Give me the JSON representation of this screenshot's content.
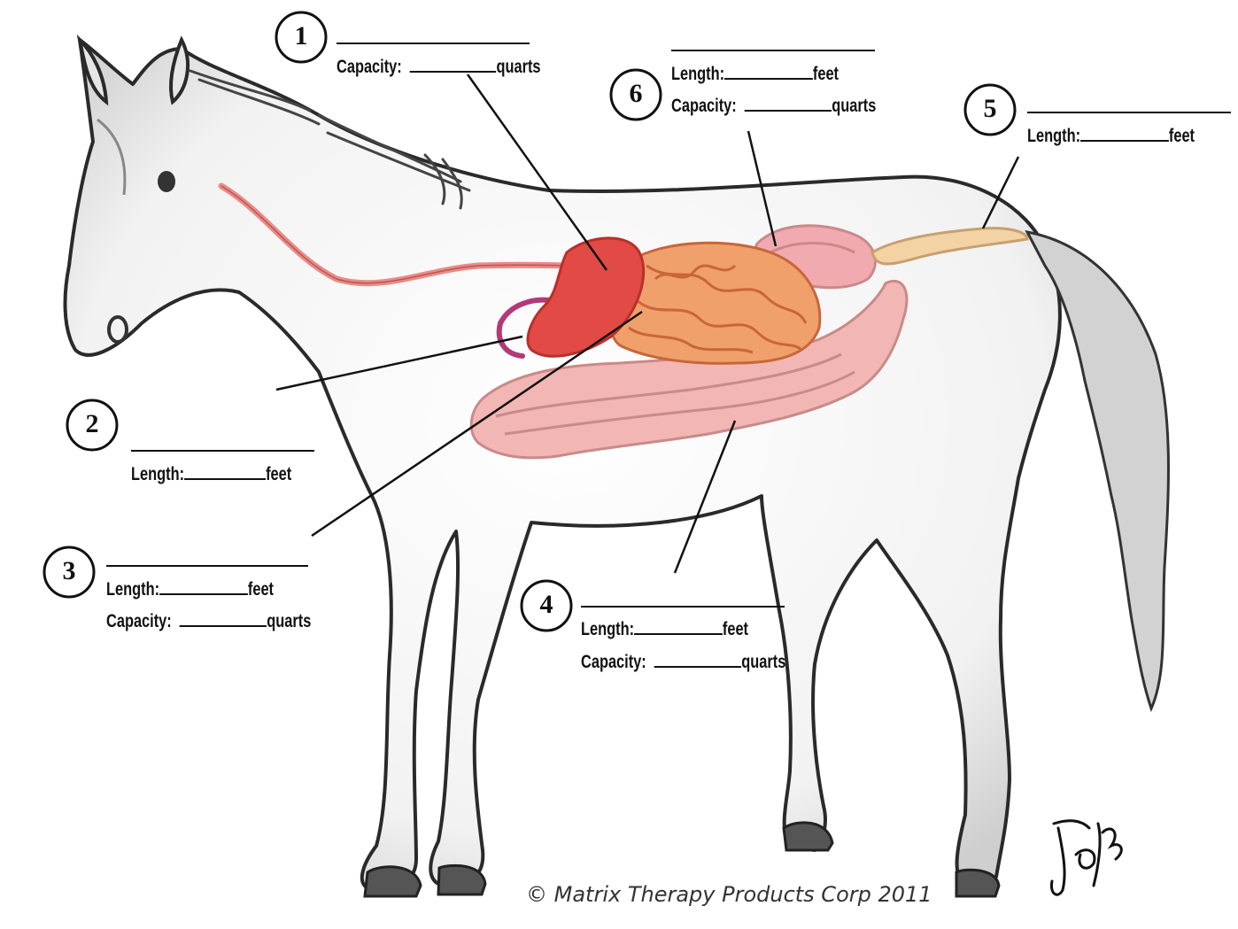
{
  "labels": [
    {
      "number": "1",
      "lines": [
        {
          "label": "Capacity:",
          "unit": "quarts"
        }
      ]
    },
    {
      "number": "2",
      "lines": [
        {
          "label": "Length:",
          "unit": "feet"
        }
      ]
    },
    {
      "number": "3",
      "lines": [
        {
          "label": "Length:",
          "unit": "feet"
        },
        {
          "label": "Capacity:",
          "unit": "quarts"
        }
      ]
    },
    {
      "number": "4",
      "lines": [
        {
          "label": "Length:",
          "unit": "feet"
        },
        {
          "label": "Capacity:",
          "unit": "quarts"
        }
      ]
    },
    {
      "number": "5",
      "lines": [
        {
          "label": "Length:",
          "unit": "feet"
        }
      ]
    },
    {
      "number": "6",
      "lines": [
        {
          "label": "Length:",
          "unit": "feet"
        },
        {
          "label": "Capacity:",
          "unit": "quarts"
        }
      ]
    }
  ],
  "copyright": "© Matrix Therapy Products Corp 2011",
  "signature": "JeBee",
  "colors": {
    "esophagus": "#ec8a86",
    "stomach": "#e24a45",
    "stomach_dark": "#b8302c",
    "duodenum": "#b23a78",
    "small_intestine": "#f0a06a",
    "small_intestine_dark": "#c8663a",
    "large_intestine": "#f2b6b4",
    "large_intestine_dark": "#c98a88",
    "cecum": "#f1aab0",
    "rectum": "#f3d2a4",
    "outline": "#2a2a2a",
    "body_shade": "#d8d8d8"
  }
}
